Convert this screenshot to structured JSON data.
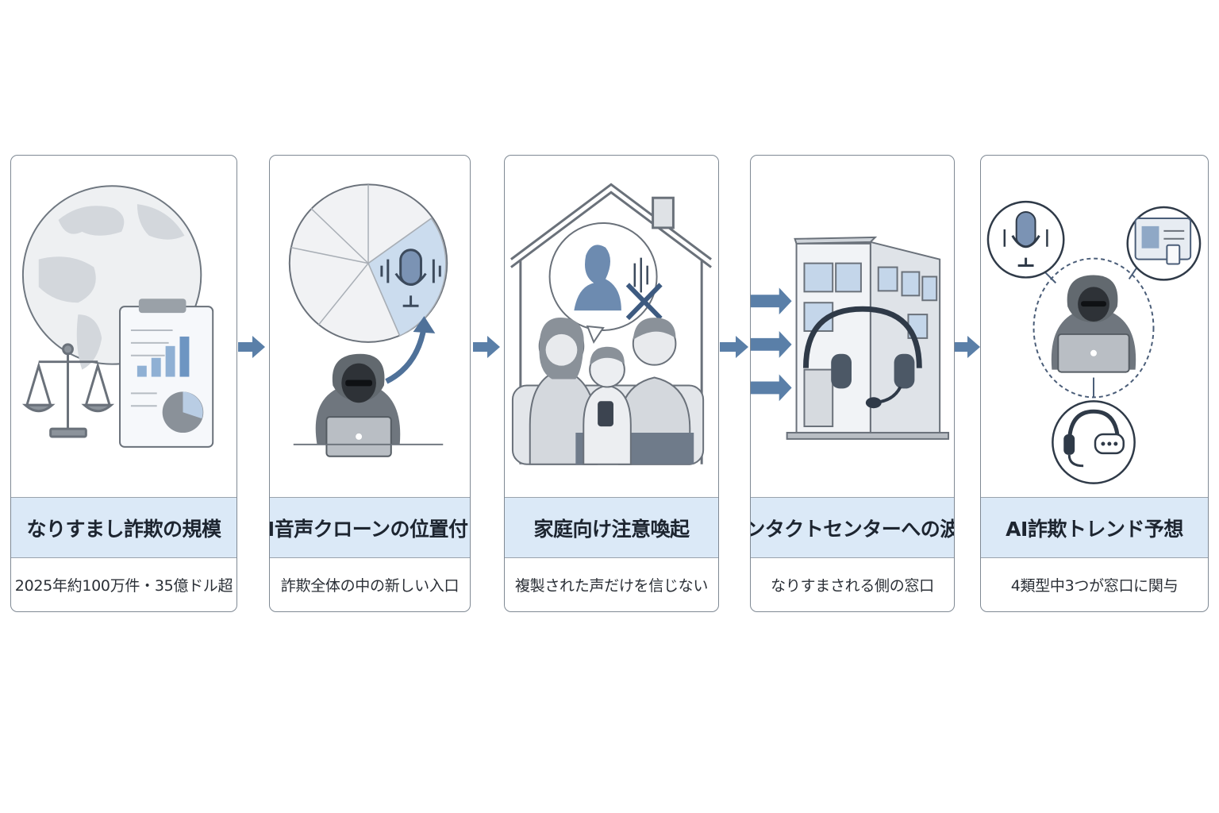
{
  "steps": [
    {
      "title": "なりすまし詐欺の規模",
      "subtitle": "2025年約100万件・35億ドル超"
    },
    {
      "title": "AI音声クローンの位置付け",
      "subtitle": "詐欺全体の中の新しい入口"
    },
    {
      "title": "家庭向け注意喚起",
      "subtitle": "複製された声だけを信じない"
    },
    {
      "title": "コンタクトセンターへの波及",
      "subtitle": "なりすまされる側の窓口"
    },
    {
      "title": "AI詐欺トレンド予想",
      "subtitle": "4類型中3つが窓口に関与"
    }
  ],
  "icons": {
    "step1": [
      "globe-icon",
      "scales-icon",
      "clipboard-chart-icon"
    ],
    "step2": [
      "pie-chart-icon",
      "microphone-icon",
      "hooded-hacker-icon"
    ],
    "step3": [
      "house-icon",
      "voice-speaker-icon",
      "cross-mark-icon",
      "family-icon"
    ],
    "step4": [
      "office-building-icon",
      "headset-icon"
    ],
    "step5": [
      "microphone-icon",
      "id-card-icon",
      "hooded-hacker-icon",
      "support-headset-icon"
    ]
  },
  "colors": {
    "accent": "#5a7fa8",
    "title_band": "#dbe9f7",
    "border": "#7f8994",
    "text": "#1d2530"
  }
}
